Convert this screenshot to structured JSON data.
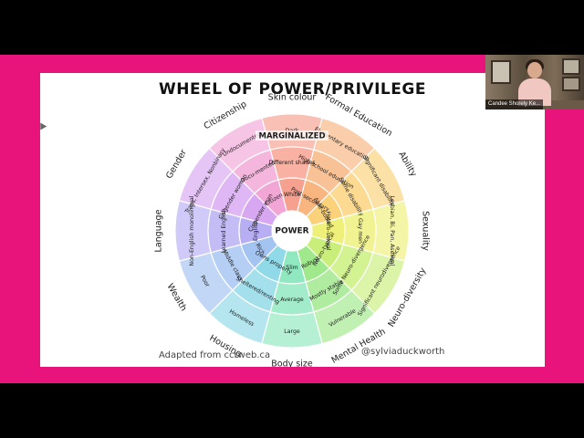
{
  "slide": {
    "title": "WHEEL OF POWER/PRIVILEGE",
    "credit_left": "Adapted from ccrweb.ca",
    "credit_right": "@sylviaduckworth",
    "power_label": "POWER",
    "marginalized_label": "MARGINALIZED"
  },
  "participant": {
    "name": "Candee Shorely Ke..."
  },
  "wheel": {
    "segments": [
      {
        "category": "Skin colour",
        "color": "#f6a08f",
        "inner": "White",
        "middle": "Different shades",
        "outer": "Dark"
      },
      {
        "category": "Formal Education",
        "color": "#f8b57f",
        "inner": "Post-secondary",
        "middle": "High school education",
        "outer": "Elementary education"
      },
      {
        "category": "Ability",
        "color": "#fbd27a",
        "inner": "Able-bodied",
        "middle": "Some disability",
        "outer": "Significant disability"
      },
      {
        "category": "Sexuality",
        "color": "#eef07a",
        "inner": "Hetero-sexual",
        "middle": "Gay men",
        "outer": "Lesbian, Bi, Pan, Asexual"
      },
      {
        "category": "Neuro-diversity",
        "color": "#c9ef7a",
        "inner": "Neuro-typical",
        "middle": "Some Neuro-divergence",
        "outer": "Significant neurodivergence"
      },
      {
        "category": "Mental Health",
        "color": "#9fe88b",
        "inner": "Robust",
        "middle": "Mostly stable",
        "outer": "Vulnerable"
      },
      {
        "category": "Body size",
        "color": "#8fe8c0",
        "inner": "Slim",
        "middle": "Average",
        "outer": "Large"
      },
      {
        "category": "Housing",
        "color": "#8fd9e8",
        "inner": "Owns property",
        "middle": "Sheltered/renting",
        "outer": "Homeless"
      },
      {
        "category": "Wealth",
        "color": "#a3c3f1",
        "inner": "Rich",
        "middle": "Middle class",
        "outer": "Poor"
      },
      {
        "category": "Language",
        "color": "#b7aef3",
        "inner": "English",
        "middle": "Learned English",
        "outer": "Non-English monolingual"
      },
      {
        "category": "Gender",
        "color": "#d7a7f1",
        "inner": "Cisgender man",
        "middle": "Cisgender woman",
        "outer": "Trans, Intersex, Nonbinary"
      },
      {
        "category": "Citizenship",
        "color": "#f2a6d6",
        "inner": "Citizen",
        "middle": "Docu-mented",
        "outer": "Undocumented"
      }
    ]
  }
}
